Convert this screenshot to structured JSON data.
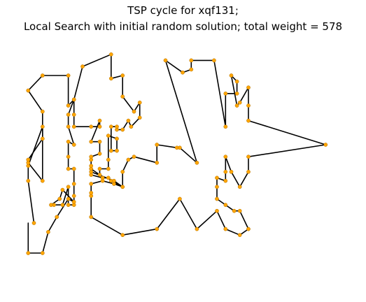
{
  "chart_data": {
    "type": "line",
    "title": [
      "TSP cycle for xqf131;",
      "Local Search with initial random solution; total weight = 578"
    ],
    "xlabel": "",
    "ylabel": "",
    "axes_visible": false,
    "grid": false,
    "xlim": [
      -4,
      112
    ],
    "ylim": [
      -3,
      82
    ],
    "style": {
      "line_color": "#000000",
      "marker_color": "#ffa500",
      "marker_edge_color": "#b07000"
    },
    "series": [
      {
        "cycle": [
          [
            2,
            20
          ],
          [
            0,
            34
          ],
          [
            0,
            39
          ],
          [
            5,
            52
          ],
          [
            5,
            34
          ],
          [
            0,
            40
          ],
          [
            0,
            41
          ],
          [
            5,
            48
          ],
          [
            5,
            57
          ],
          [
            0,
            64
          ],
          [
            5,
            69
          ],
          [
            14,
            69
          ],
          [
            14,
            59
          ],
          [
            16,
            61
          ],
          [
            19,
            72
          ],
          [
            29,
            76
          ],
          [
            29,
            68
          ],
          [
            33,
            69
          ],
          [
            33,
            62
          ],
          [
            37,
            57
          ],
          [
            39,
            60
          ],
          [
            39,
            55
          ],
          [
            36,
            52
          ],
          [
            35,
            54
          ],
          [
            33,
            51
          ],
          [
            31,
            51
          ],
          [
            31,
            52
          ],
          [
            29,
            52
          ],
          [
            29,
            44
          ],
          [
            31,
            44
          ],
          [
            31,
            48
          ],
          [
            28,
            49
          ],
          [
            28,
            41
          ],
          [
            28,
            38
          ],
          [
            25,
            38
          ],
          [
            25,
            36
          ],
          [
            22,
            38
          ],
          [
            22,
            36
          ],
          [
            26,
            35
          ],
          [
            28,
            35
          ],
          [
            29,
            34
          ],
          [
            33,
            32
          ],
          [
            33,
            37
          ],
          [
            35,
            41
          ],
          [
            37,
            42
          ],
          [
            45,
            40
          ],
          [
            45,
            46
          ],
          [
            52,
            45
          ],
          [
            53,
            45
          ],
          [
            59,
            40
          ],
          [
            48,
            74
          ],
          [
            54,
            70
          ],
          [
            57,
            71
          ],
          [
            57,
            74
          ],
          [
            65,
            74
          ],
          [
            69,
            52
          ],
          [
            69,
            63
          ],
          [
            73,
            63
          ],
          [
            73,
            67
          ],
          [
            71,
            69
          ],
          [
            73,
            59
          ],
          [
            74,
            60
          ],
          [
            77,
            65
          ],
          [
            77,
            59
          ],
          [
            77,
            54
          ],
          [
            104,
            46
          ],
          [
            77,
            42
          ],
          [
            77,
            37
          ],
          [
            74,
            32
          ],
          [
            71,
            37
          ],
          [
            69,
            42
          ],
          [
            69,
            37
          ],
          [
            69,
            34
          ],
          [
            66,
            35
          ],
          [
            66,
            32
          ],
          [
            66,
            28
          ],
          [
            69,
            26
          ],
          [
            72,
            24
          ],
          [
            74,
            24
          ],
          [
            77,
            18
          ],
          [
            74,
            16
          ],
          [
            69,
            18
          ],
          [
            66,
            24
          ],
          [
            59,
            18
          ],
          [
            53,
            28
          ],
          [
            45,
            18
          ],
          [
            33,
            16
          ],
          [
            22,
            22
          ],
          [
            22,
            29
          ],
          [
            22,
            30
          ],
          [
            22,
            33
          ],
          [
            26,
            34
          ],
          [
            30,
            33
          ],
          [
            33,
            32
          ],
          [
            30,
            34
          ],
          [
            22,
            37
          ],
          [
            22,
            39
          ],
          [
            22,
            41
          ],
          [
            22,
            42
          ],
          [
            25,
            43
          ],
          [
            25,
            47
          ],
          [
            22,
            47
          ],
          [
            25,
            54
          ],
          [
            25,
            52
          ],
          [
            22,
            52
          ],
          [
            16,
            52
          ],
          [
            16,
            56
          ],
          [
            16,
            61
          ],
          [
            14,
            56
          ],
          [
            14,
            52
          ],
          [
            16,
            46
          ],
          [
            14,
            47
          ],
          [
            14,
            42
          ],
          [
            14,
            38
          ],
          [
            16,
            38
          ],
          [
            16,
            33
          ],
          [
            16,
            29
          ],
          [
            16,
            26
          ],
          [
            14,
            26
          ],
          [
            14,
            32
          ],
          [
            12,
            26
          ],
          [
            9,
            26
          ],
          [
            8,
            26
          ],
          [
            11,
            28
          ],
          [
            12,
            31
          ],
          [
            16,
            27
          ],
          [
            14,
            28
          ],
          [
            10,
            22
          ],
          [
            7,
            17
          ],
          [
            5,
            10
          ],
          [
            0,
            10
          ],
          [
            0,
            20
          ]
        ]
      }
    ]
  }
}
